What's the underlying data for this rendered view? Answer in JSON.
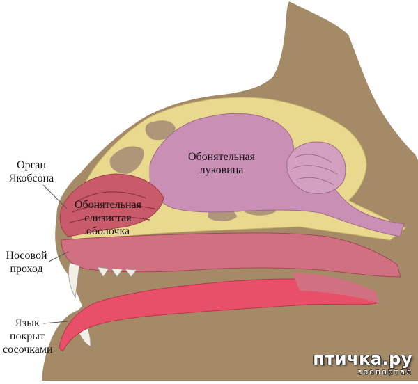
{
  "labels": {
    "organ_line1": "Орган",
    "organ_line2_first": "Я",
    "organ_line2_rest": "кобсона",
    "bulb_line1": "Обонятельная",
    "bulb_line2": "луковица",
    "mucosa_line1": "Обонятельная",
    "mucosa_line2": "слизистая",
    "mucosa_line3": "оболочка",
    "nasal_line1": "Носовой",
    "nasal_line2": "проход",
    "tongue_line1_first": "Я",
    "tongue_line1_rest": "зык",
    "tongue_line2": "покрыт",
    "tongue_line3": "сосочками"
  },
  "watermark": {
    "main": "птичка.ру",
    "sub": "зоопортал"
  },
  "colors": {
    "head_skin": "#a48a66",
    "bone": "#e9d98e",
    "bone_cavity": "#b09678",
    "brain": "#c98fb4",
    "mucosa": "#c95a6a",
    "tongue": "#e8506a",
    "mouth_lining": "#d07080"
  }
}
